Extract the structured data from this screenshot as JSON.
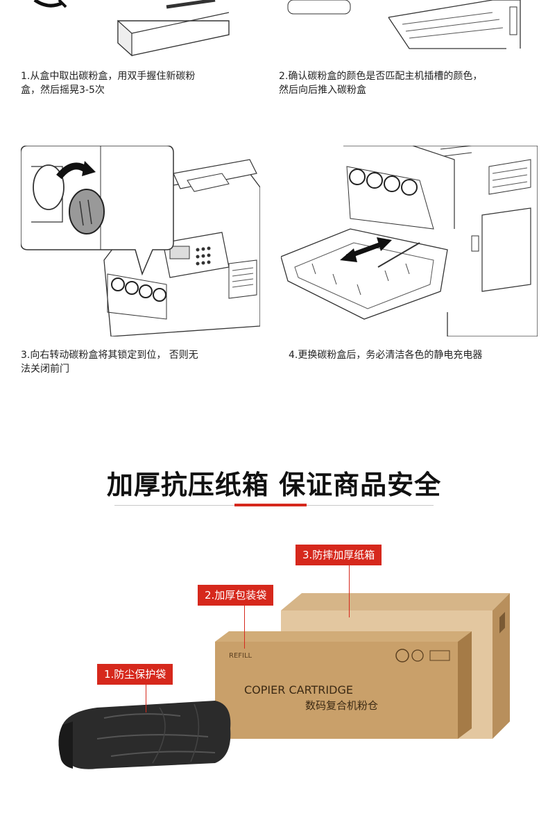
{
  "steps": [
    {
      "caption_line1": "1.从盒中取出碳粉盒，用双手握住新碳粉",
      "caption_line2": "盒，然后摇晃3-5次"
    },
    {
      "caption_line1": "2.确认碳粉盒的颜色是否匹配主机插槽的颜色，",
      "caption_line2": "然后向后推入碳粉盒"
    },
    {
      "caption_line1": "3.向右转动碳粉盒将其锁定到位， 否则无",
      "caption_line2": "法关闭前门"
    },
    {
      "caption_line1": "4.更换碳粉盒后，务必清洁各色的静电充电器",
      "caption_line2": ""
    }
  ],
  "section_title": "加厚抗压纸箱  保证商品安全",
  "packaging": {
    "labels": [
      "1.防尘保护袋",
      "2.加厚包装袋",
      "3.防摔加厚纸箱"
    ],
    "box_text_en": "COPIER CARTRIDGE",
    "box_text_cn": "数码复合机粉仓",
    "box_logo": "REFILL"
  },
  "colors": {
    "accent": "#d6281c",
    "cardboard": "#c9a06a",
    "cardboard_light": "#e3c7a0"
  }
}
